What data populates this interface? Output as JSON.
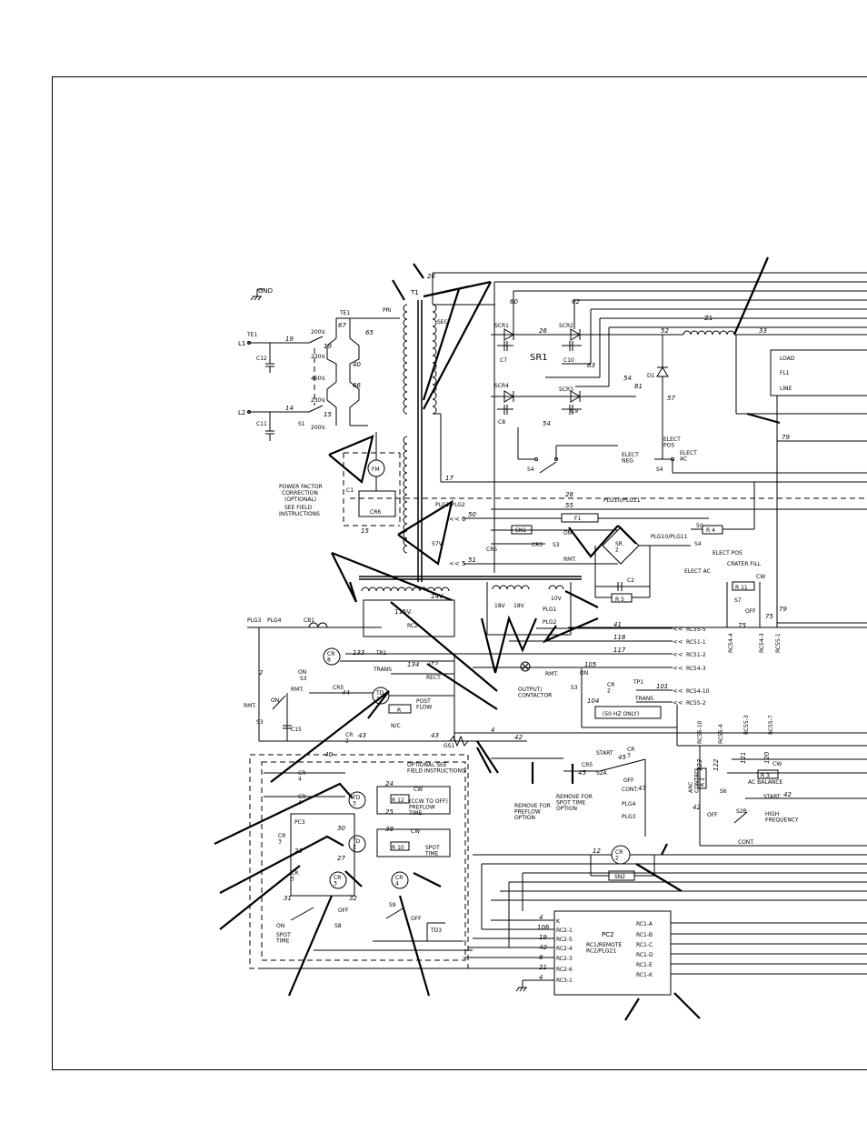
{
  "labels": {
    "gnd": "GND",
    "te1_top": "TE1",
    "te1_left": "TE1",
    "l1": "L1",
    "l2": "L2",
    "c12": "C12",
    "c11": "C11",
    "s1": "S1",
    "t1": "T1",
    "pri": "PRI",
    "sec": "SEC",
    "v200a": "200V.",
    "v230a": "230V.",
    "v460": "460V.",
    "v230b": "230V.",
    "v200b": "200V.",
    "fm": "FM",
    "pf1": "POWER FACTOR",
    "pf2": "CORRECTION",
    "pf3": "(OPTIONAL)",
    "pf4": "SEE FIELD",
    "pf5": "INSTRUCTIONS",
    "c1": "C1",
    "cr6": "CR6",
    "plg1plg2": "PLG1/PLG2",
    "v57": "57V",
    "scr1": "SCR1",
    "scr2": "SCR2",
    "scr3": "SCR3",
    "scr4": "SCR4",
    "sr1": "SR1",
    "c7": "C7",
    "c10": "C10",
    "c8": "C8",
    "c9": "C9",
    "d1": "D1",
    "z1": "Z1",
    "load": "LOAD",
    "fl1": "FL1",
    "line": "LINE",
    "elect_pos": "ELECT\nPOS",
    "elect_neg": "ELECT\nNEG",
    "elect_ac": "ELECT\nAC",
    "s4": "S4",
    "f1": "F1",
    "sn1": "SN1",
    "cr5": "CR5",
    "s3": "S3",
    "on": "ON",
    "rmt": "RMT.",
    "sr2": "SR\n2",
    "plg10plg11": "PLG10/PLG11",
    "plg10plg11b": "PLG10/PLG11",
    "r4": "R 4",
    "r5": "R 5",
    "c2": "C2",
    "elect_pos2": "ELECT POS",
    "elect_ac2": "ELECT AC",
    "crater_fill": "CRATER FILL",
    "cw": "CW",
    "r11": "R 11",
    "s7": "S7",
    "off": "OFF",
    "v115": "115V.",
    "v24": "24V",
    "v18a": "18V",
    "v18b": "18V",
    "v10": "10V",
    "plg1": "PLG1",
    "plg2": "PLG2",
    "rc2": "RC2",
    "plg3": "PLG3",
    "plg4": "PLG4",
    "cb1": "CB1",
    "cr8": "CR\n8",
    "tp2": "TP2",
    "trans": "TRANS",
    "tp3": "TP3",
    "rect": "RECT.",
    "td1": "TD\n1",
    "post_flow": "POST\nFLOW",
    "r": "R",
    "nc": "N/C",
    "gs1": "GS1",
    "c15": "C15",
    "output_contactor": "OUTPUT/\nCONTACTOR",
    "tp1": "TP1",
    "hz50": "(50 HZ ONLY)",
    "rc55_5": "RC55-5",
    "rc51_1": "RC51-1",
    "rc51_2": "RC51-2",
    "rc54_3": "RC54-3",
    "rc54_10": "RC54-10",
    "rc55_2": "RC55-2",
    "optional": "OPTIONAL SEE\nFIELD INSTRUCTIONS",
    "ccw_off": "(CCW TO OFF)\nPREFLOW\nTIME",
    "r12": "R 12",
    "r10": "R 10",
    "spot_time": "SPOT\nTIME",
    "td3": "TD\n3",
    "td2": "TD\n2",
    "cr3": "CR\n3",
    "cr4": "CR\n4",
    "pc3": "PC3",
    "s8": "S8",
    "s9": "S9",
    "spot_time2": "SPOT\nTIME",
    "td3b": "TD3",
    "remove_preflow": "REMOVE FOR\nPREFLOW\nOPTION",
    "remove_spot": "REMOVE FOR\nSPOT TIME\nOPTION",
    "start": "START",
    "s2a": "S2A",
    "cont": "CONT.",
    "plg4_2": "PLG4",
    "plg3_2": "PLG3",
    "cr2": "CR\n2",
    "sn2": "SN2",
    "arc_control": "ARC\nCONTROL",
    "r2": "R 2",
    "s6": "S6",
    "ac_balance": "AC BALANCE",
    "r3": "R 3",
    "s2b": "S2B",
    "high_freq": "HIGH\nFREQUENCY",
    "pc2": "PC2",
    "rc1_remote": "RC1/REMOTE\nRC2/PLG21",
    "rc1_a": "RC1-A",
    "rc1_b": "RC1-B",
    "rc1_c": "RC1-C",
    "rc1_d": "RC1-D",
    "rc1_e": "RC1-E",
    "rc1_k": "RC1-K",
    "k": "K",
    "rc2_1": "RC2-1",
    "rc2_5": "RC2-5",
    "rc2_4": "RC2-4",
    "rc2_3": "RC2-3",
    "rc2_6": "RC2-6",
    "rc3_1": "RC3-1",
    "rc54_4": "RC54-4",
    "rc54_3b": "RC54-3",
    "rc55_1": "RC55-1",
    "rc55_3": "RC55-3",
    "rc55_4": "RC55-4",
    "rc55_7": "RC55-7",
    "rc55_10": "RC55-10"
  },
  "wire_numbers": [
    "26",
    "67",
    "65",
    "40",
    "66",
    "19",
    "14",
    "15",
    "60",
    "62",
    "26",
    "63",
    "52",
    "33",
    "54",
    "57",
    "81",
    "54",
    "17",
    "28",
    "55",
    "50",
    "51",
    "79",
    "75",
    "41",
    "118",
    "117",
    "133",
    "134",
    "44",
    "43",
    "43",
    "4",
    "42",
    "40",
    "24",
    "25",
    "38",
    "30",
    "27",
    "23",
    "32",
    "31",
    "105",
    "101",
    "104",
    "45",
    "47",
    "12",
    "106",
    "19",
    "42",
    "8",
    "21",
    "4",
    "123",
    "122",
    "121",
    "120",
    "42",
    "2",
    "5",
    "21"
  ]
}
